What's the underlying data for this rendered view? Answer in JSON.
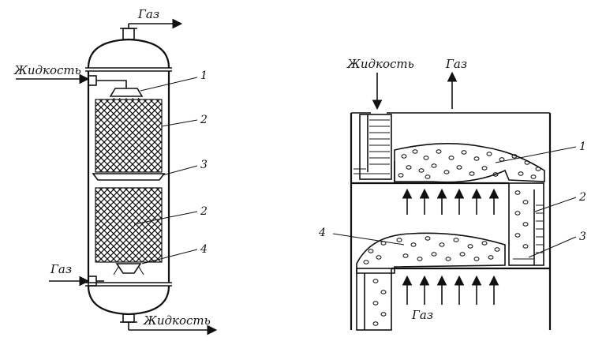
{
  "left_column": {
    "gas_top": "Газ",
    "liquid_in": "Жидкость",
    "gas_in": "Газ",
    "liquid_out": "Жидкость",
    "callouts": [
      "1",
      "2",
      "3",
      "2",
      "4"
    ]
  },
  "right_tray": {
    "liquid_in": "Жидкость",
    "gas_out": "Газ",
    "gas_bottom": "Газ",
    "callouts": [
      "1",
      "2",
      "3",
      "4"
    ]
  }
}
